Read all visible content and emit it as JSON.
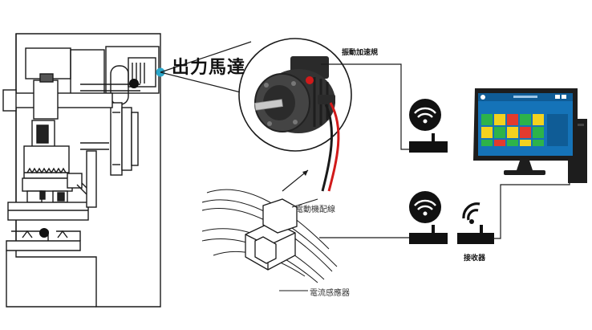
{
  "labels": {
    "motor": "出力馬達",
    "vibration_gauge": "振動加速規",
    "motor_cable": "電動機配線",
    "current_sensor": "電流感應器",
    "receiver": "接收器"
  },
  "colors": {
    "line": "#1a1a1a",
    "sensor_teal": "#2aa6c9",
    "wire_red": "#d11a1a",
    "monitor_frame": "#1d1d1d",
    "screen_bg": "#1573b8",
    "tile_green": "#2db34a",
    "tile_yellow": "#f3d21e",
    "tile_red": "#e23a2e"
  },
  "icons": [
    "wifi-transmitter-icon",
    "wifi-receiver-icon",
    "computer-monitor-icon",
    "motor-photo",
    "current-clamp-sensor"
  ]
}
